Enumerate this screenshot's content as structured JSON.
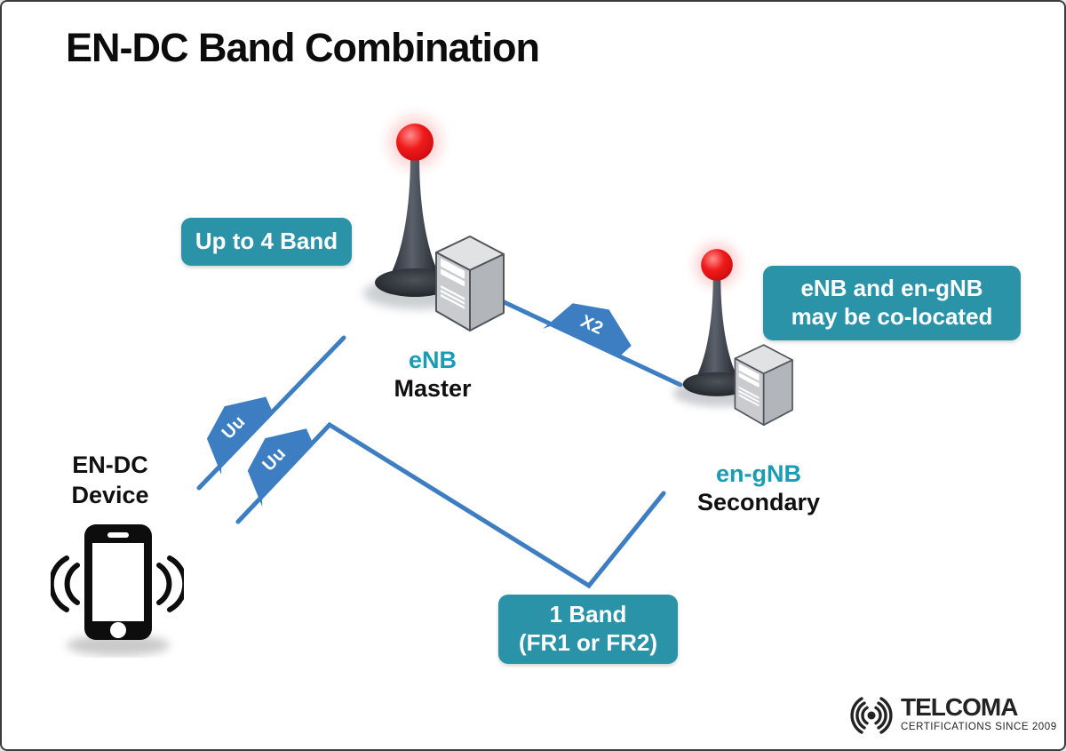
{
  "title": "EN-DC Band Combination",
  "colors": {
    "teal_box": "#2B93A8",
    "teal_text": "#1A9CB4",
    "line_blue": "#3D7EC2",
    "beacon_red": "#E8131B"
  },
  "callouts": {
    "band_limit": "Up to 4 Band",
    "colocated": {
      "line1": "eNB and en-gNB",
      "line2": "may be co-located"
    },
    "one_band": {
      "line1": "1 Band",
      "line2": "(FR1 or FR2)"
    }
  },
  "nodes": {
    "enb": {
      "name": "eNB",
      "role": "Master"
    },
    "engnb": {
      "name": "en-gNB",
      "role": "Secondary"
    },
    "device": {
      "line1": "EN-DC",
      "line2": "Device"
    }
  },
  "interfaces": {
    "x2": "X2",
    "uu_upper": "Uu",
    "uu_lower": "Uu"
  },
  "branding": {
    "name": "TELCOMA",
    "tagline": "CERTIFICATIONS SINCE 2009"
  }
}
